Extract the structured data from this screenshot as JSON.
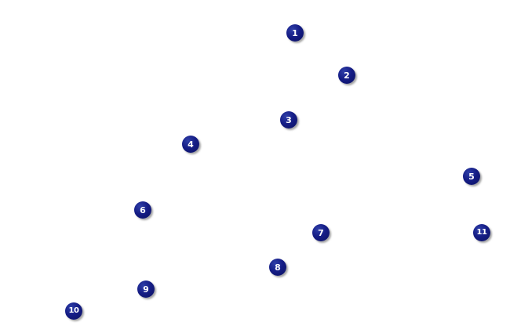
{
  "markers": [
    {
      "label": "1"
    },
    {
      "label": "2"
    },
    {
      "label": "3"
    },
    {
      "label": "4"
    },
    {
      "label": "5"
    },
    {
      "label": "6"
    },
    {
      "label": "7"
    },
    {
      "label": "8"
    },
    {
      "label": "9"
    },
    {
      "label": "10"
    },
    {
      "label": "11"
    }
  ],
  "colors": {
    "background": "#ffffff",
    "marker_fill": "#151d86",
    "marker_text": "#ffffff"
  }
}
